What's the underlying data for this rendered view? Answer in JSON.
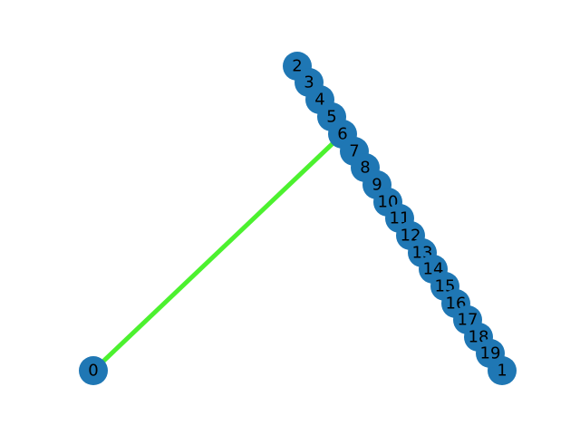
{
  "graph": {
    "node_color": "#1f77b4",
    "edge_color": "#4cf12f",
    "nodes": [
      {
        "id": "0"
      },
      {
        "id": "1"
      },
      {
        "id": "2"
      },
      {
        "id": "3"
      },
      {
        "id": "4"
      },
      {
        "id": "5"
      },
      {
        "id": "6"
      },
      {
        "id": "7"
      },
      {
        "id": "8"
      },
      {
        "id": "9"
      },
      {
        "id": "10"
      },
      {
        "id": "11"
      },
      {
        "id": "12"
      },
      {
        "id": "13"
      },
      {
        "id": "14"
      },
      {
        "id": "15"
      },
      {
        "id": "16"
      },
      {
        "id": "17"
      },
      {
        "id": "18"
      },
      {
        "id": "19"
      }
    ],
    "edges": [
      {
        "source": "0",
        "target": "6"
      }
    ]
  }
}
